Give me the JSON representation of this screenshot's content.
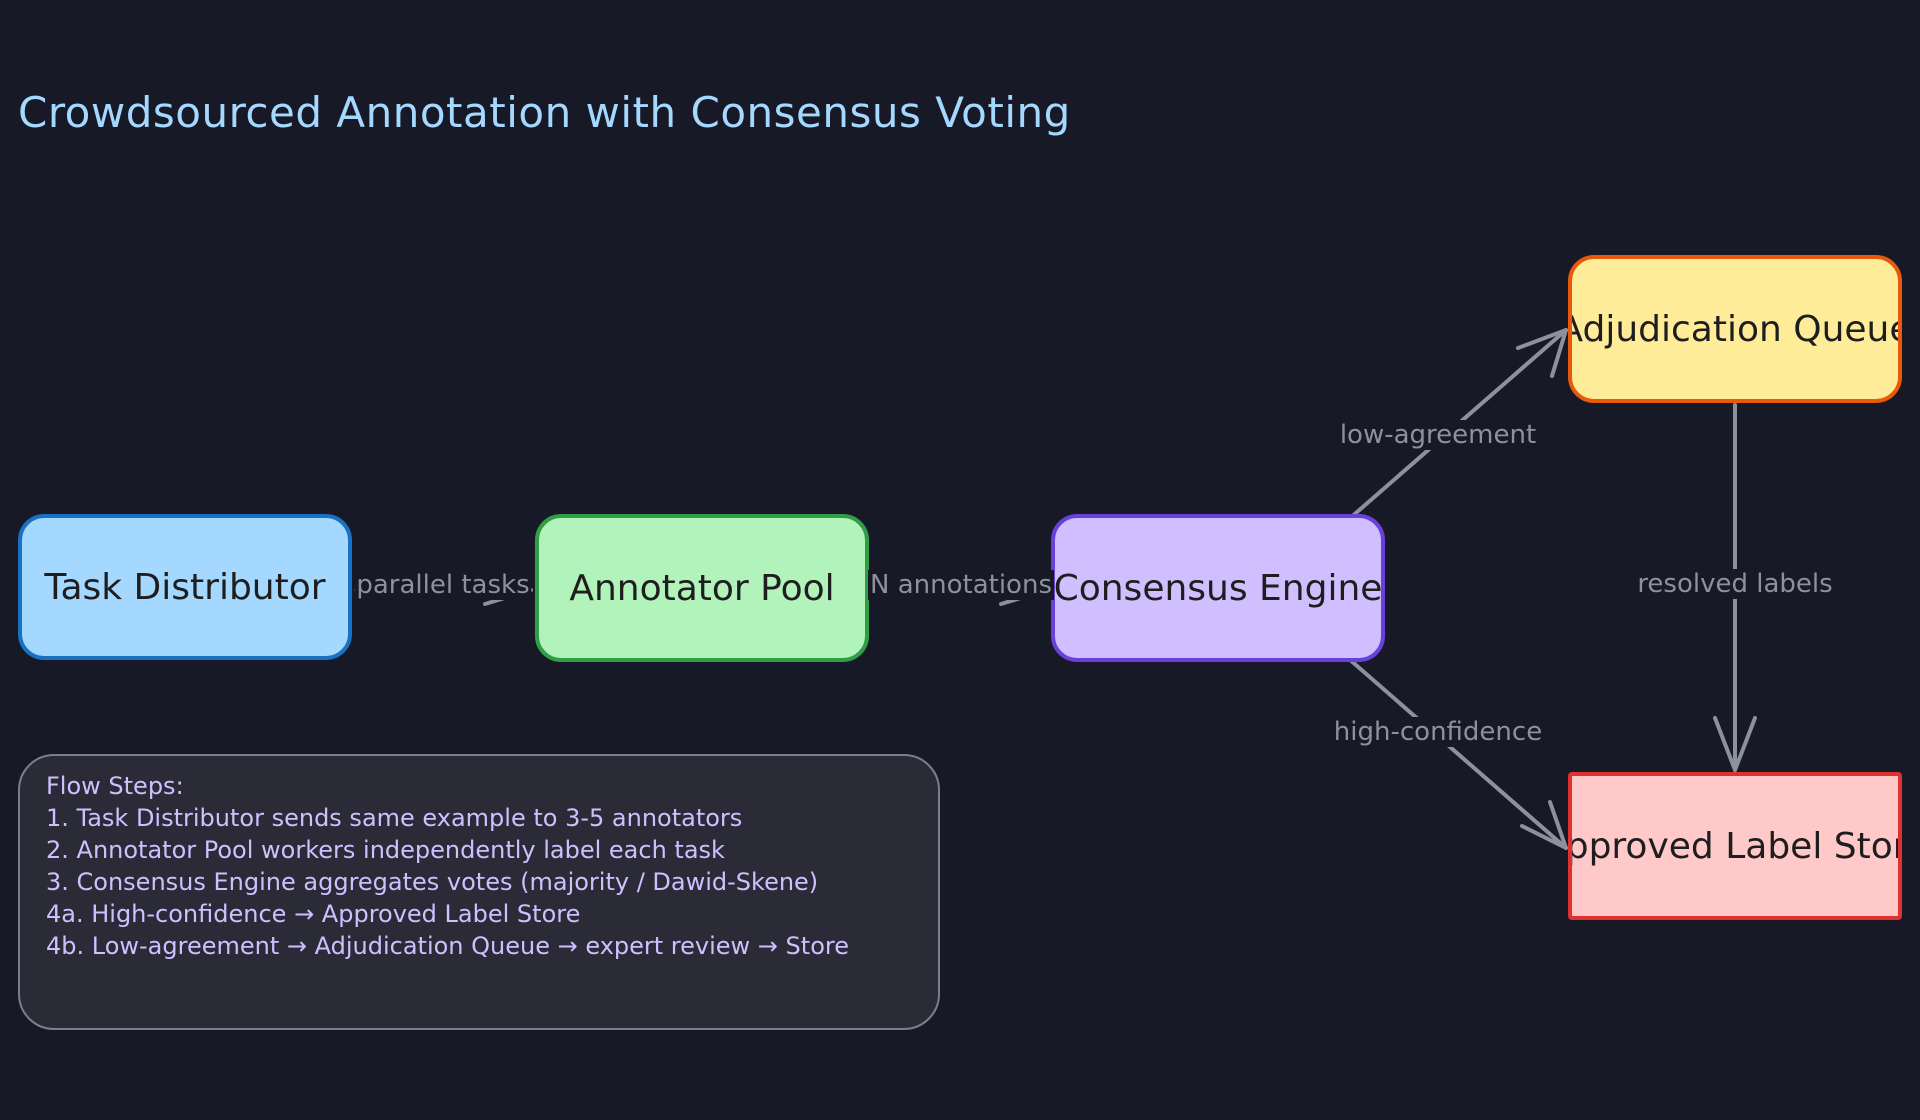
{
  "title": "Crowdsourced Annotation with Consensus Voting",
  "nodes": {
    "task_distributor": "Task Distributor",
    "annotator_pool": "Annotator Pool",
    "consensus_engine": "Consensus Engine",
    "adjudication_queue": "Adjudication Queue",
    "approved_label_store": "Approved Label Store"
  },
  "edges": {
    "parallel_tasks": "parallel tasks",
    "n_annotations": "N annotations",
    "low_agreement": "low-agreement",
    "high_confidence": "high-confidence",
    "resolved_labels": "resolved labels"
  },
  "notes": {
    "heading": "Flow Steps:",
    "lines": [
      "1. Task Distributor sends same example to 3-5 annotators",
      "2. Annotator Pool workers independently label each task",
      "3. Consensus Engine aggregates votes (majority / Dawid-Skene)",
      "4a. High-confidence → Approved Label Store",
      "4b. Low-agreement → Adjudication Queue → expert review → Store"
    ]
  },
  "colors": {
    "background": "#171926",
    "title": "#a5d8ff",
    "edge": "#8c919c",
    "notes_text": "#d0bfff"
  }
}
